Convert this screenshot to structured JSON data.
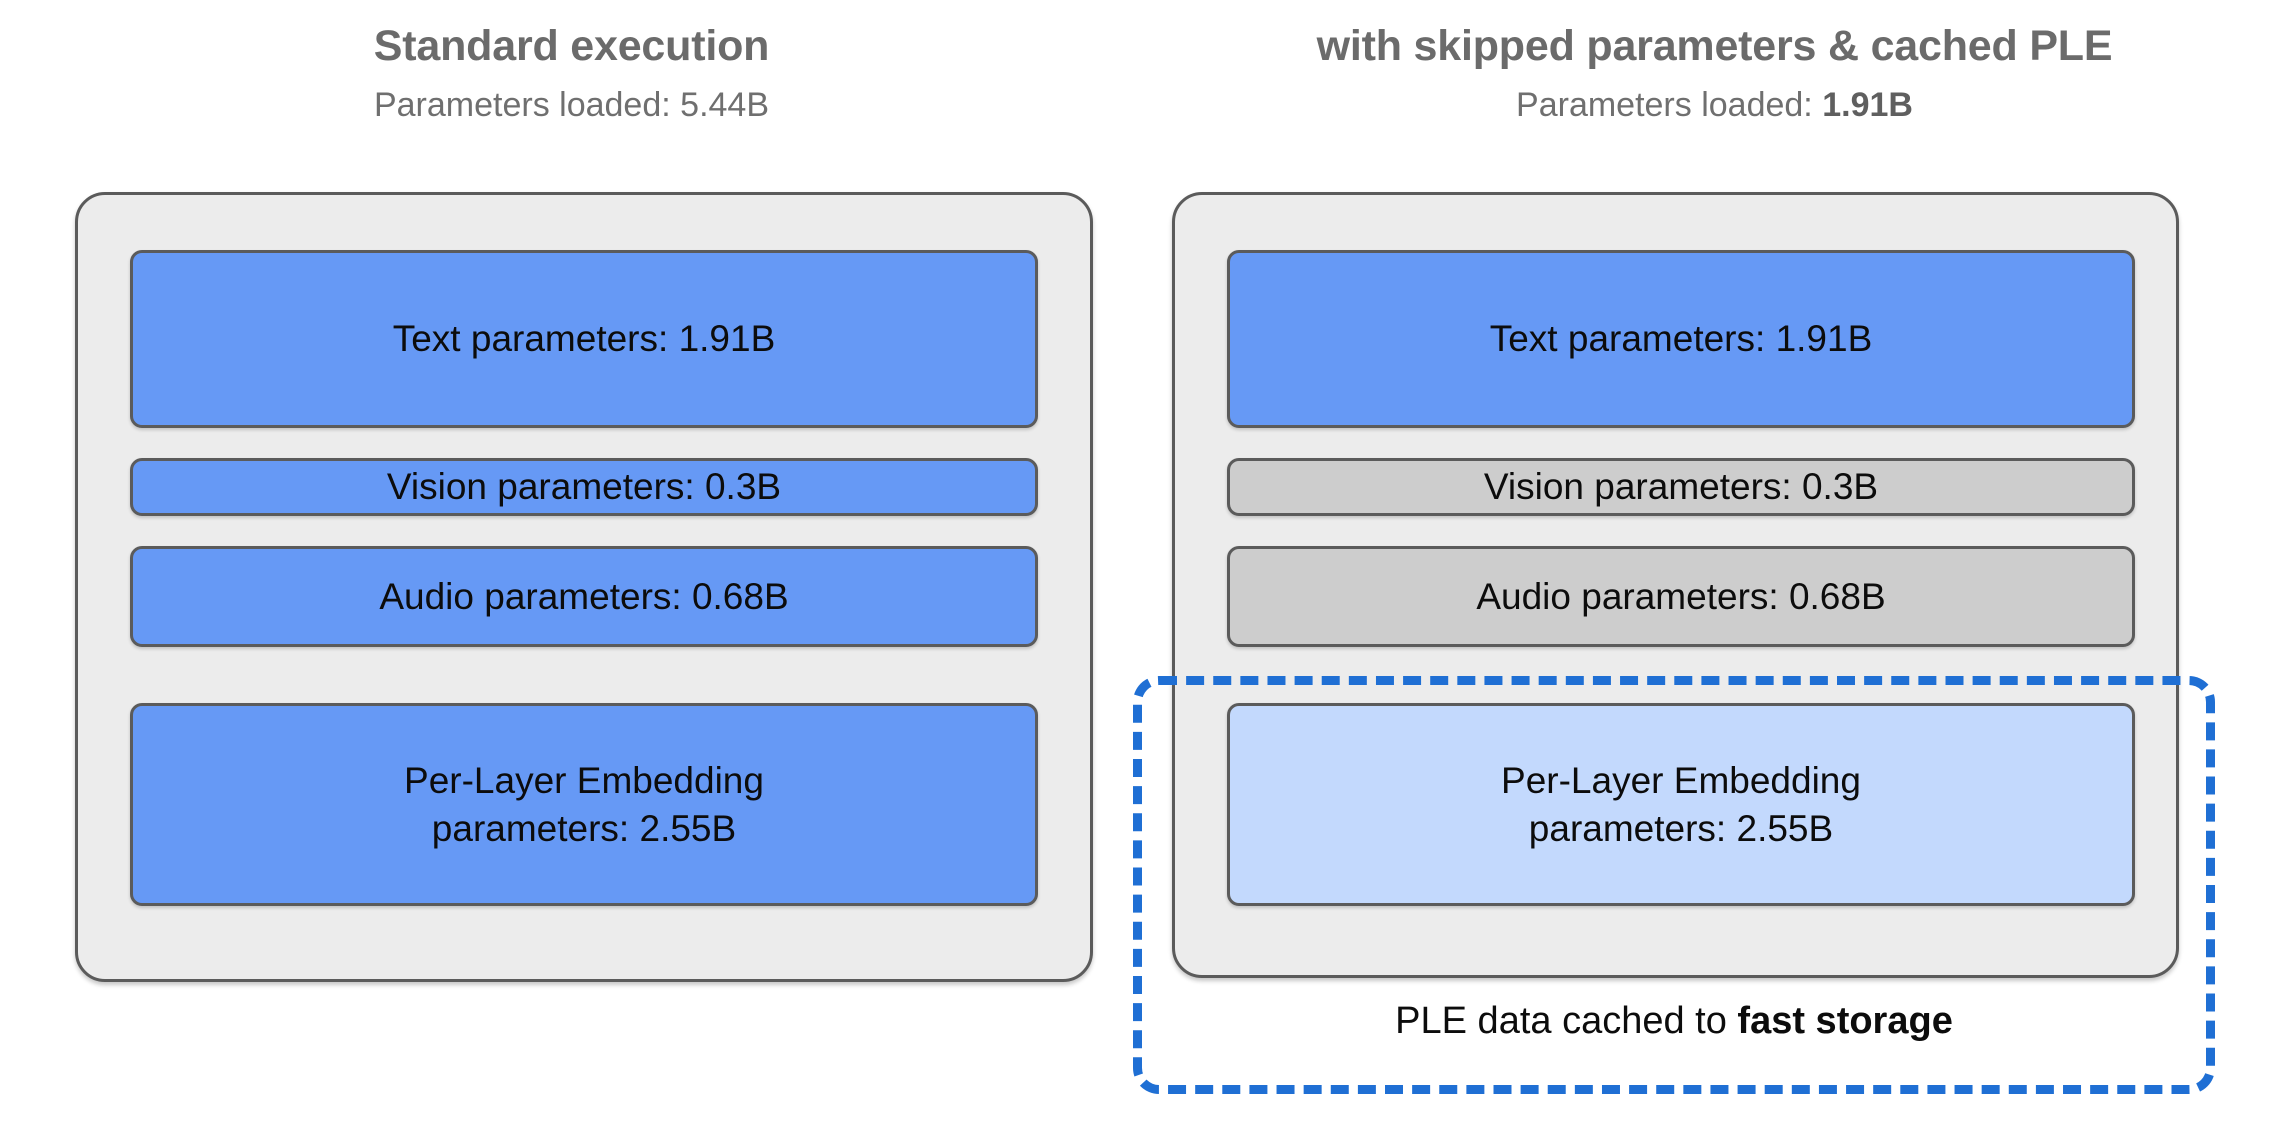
{
  "columns": {
    "left": {
      "title": "Standard execution",
      "subtitle_label": "Parameters loaded:",
      "subtitle_value": "5.44B",
      "boxes": [
        {
          "label": "Text parameters: 1.91B",
          "state": "loaded",
          "color": "#6699f5"
        },
        {
          "label": "Vision parameters: 0.3B",
          "state": "loaded",
          "color": "#6699f5"
        },
        {
          "label": "Audio parameters: 0.68B",
          "state": "loaded",
          "color": "#6699f5"
        },
        {
          "label": "Per-Layer Embedding parameters: 2.55B",
          "line1": "Per-Layer Embedding",
          "line2": "parameters: 2.55B",
          "state": "loaded",
          "color": "#6699f5"
        }
      ]
    },
    "right": {
      "title": "with skipped parameters & cached PLE",
      "subtitle_label": "Parameters loaded:",
      "subtitle_value": "1.91B",
      "boxes": [
        {
          "label": "Text parameters: 1.91B",
          "state": "loaded",
          "color": "#6699f5"
        },
        {
          "label": "Vision parameters: 0.3B",
          "state": "skipped",
          "color": "#cdcdcd"
        },
        {
          "label": "Audio parameters: 0.68B",
          "state": "skipped",
          "color": "#cdcdcd"
        },
        {
          "label": "Per-Layer Embedding parameters: 2.55B",
          "line1": "Per-Layer Embedding",
          "line2": "parameters: 2.55B",
          "state": "cached",
          "color": "#c3d9fd"
        }
      ],
      "cache_caption_prefix": "PLE data cached to ",
      "cache_caption_emphasis": "fast storage"
    }
  },
  "palette": {
    "loaded_blue": "#6699f5",
    "skipped_grey": "#cdcdcd",
    "cached_light_blue": "#c3d9fd",
    "panel_background": "#ececec",
    "panel_border": "#5b5b5b",
    "cache_dashed_border": "#1f6fd4",
    "heading_text": "#6b6b6b",
    "body_text": "#0c0c0c",
    "page_background": "#ffffff"
  }
}
